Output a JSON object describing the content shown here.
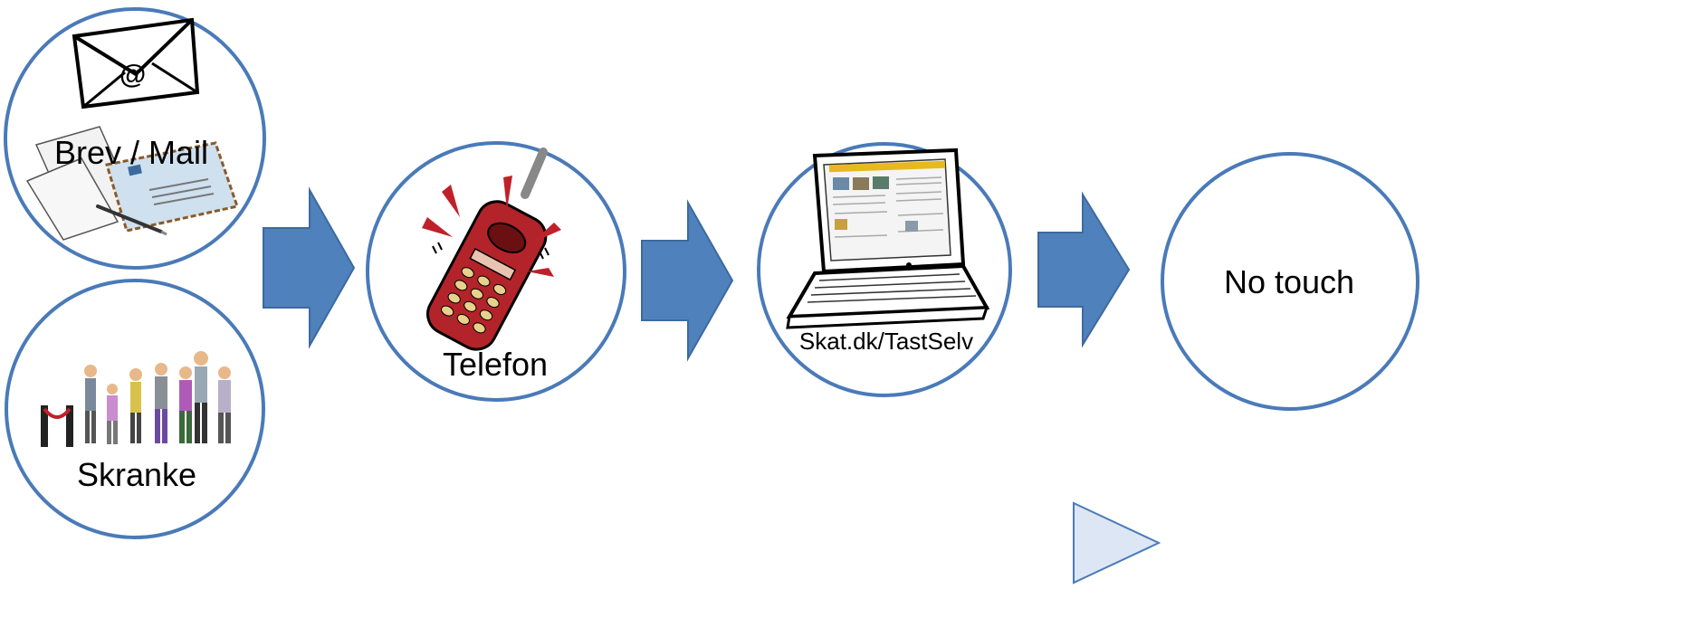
{
  "diagram": {
    "nodes": {
      "mail": {
        "label": "Brev / Mail"
      },
      "counter": {
        "label": "Skranke"
      },
      "phone": {
        "label": "Telefon"
      },
      "web": {
        "label": "Skat.dk/TastSelv"
      },
      "notouch": {
        "label": "No touch"
      }
    },
    "colors": {
      "circle_stroke": "#4a7ab8",
      "arrow_fill": "#4f81bd",
      "arrow_stroke": "#3d6a9e",
      "ghost_arrow_fill": "#dce6f5"
    }
  }
}
